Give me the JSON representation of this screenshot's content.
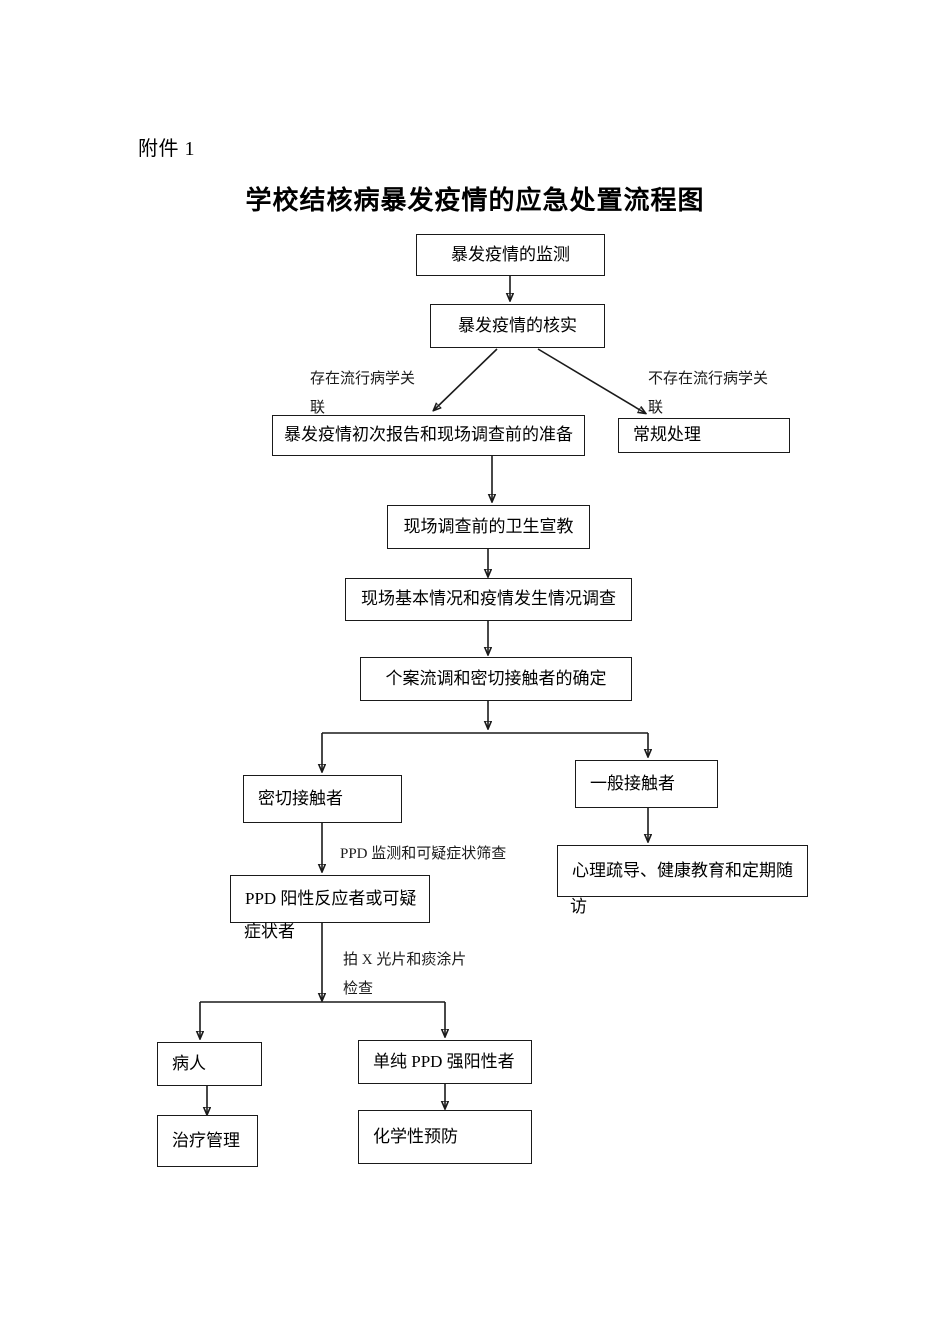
{
  "document": {
    "attachment_label": "附件 1",
    "title": "学校结核病暴发疫情的应急处置流程图"
  },
  "flowchart": {
    "type": "flowchart",
    "orientation": "top-down",
    "nodes": [
      {
        "id": "n1",
        "label": "暴发疫情的监测"
      },
      {
        "id": "n2",
        "label": "暴发疫情的核实"
      },
      {
        "id": "n3",
        "label": "暴发疫情初次报告和现场调查前的准备"
      },
      {
        "id": "n4",
        "label": "常规处理"
      },
      {
        "id": "n5",
        "label": "现场调查前的卫生宣教"
      },
      {
        "id": "n6",
        "label": "现场基本情况和疫情发生情况调查"
      },
      {
        "id": "n7",
        "label": "个案流调和密切接触者的确定"
      },
      {
        "id": "n8",
        "label": "密切接触者"
      },
      {
        "id": "n9",
        "label": "一般接触者"
      },
      {
        "id": "n10",
        "label": "PPD 阳性反应者或可疑",
        "overflow": "症状者"
      },
      {
        "id": "n11",
        "label": "心理疏导、健康教育和定期随",
        "overflow": "访"
      },
      {
        "id": "n12",
        "label": "病人"
      },
      {
        "id": "n13",
        "label": "单纯 PPD 强阳性者"
      },
      {
        "id": "n14",
        "label": "治疗管理"
      },
      {
        "id": "n15",
        "label": "化学性预防"
      }
    ],
    "edge_labels": [
      {
        "id": "e1",
        "line1": "存在流行病学关",
        "line2": "联"
      },
      {
        "id": "e2",
        "line1": "不存在流行病学关",
        "line2": "联"
      },
      {
        "id": "e3",
        "line1": "PPD 监测和可疑症状筛查",
        "line2": ""
      },
      {
        "id": "e4",
        "line1": "拍 X 光片和痰涂片",
        "line2": "检查"
      }
    ],
    "edges": [
      {
        "from": "n1",
        "to": "n2"
      },
      {
        "from": "n2",
        "to": "n3",
        "label": "e1"
      },
      {
        "from": "n2",
        "to": "n4",
        "label": "e2"
      },
      {
        "from": "n3",
        "to": "n5"
      },
      {
        "from": "n5",
        "to": "n6"
      },
      {
        "from": "n6",
        "to": "n7"
      },
      {
        "from": "n7",
        "to": "n8"
      },
      {
        "from": "n7",
        "to": "n9"
      },
      {
        "from": "n8",
        "to": "n10",
        "label": "e3"
      },
      {
        "from": "n9",
        "to": "n11"
      },
      {
        "from": "n10",
        "to": "n12",
        "label": "e4"
      },
      {
        "from": "n10",
        "to": "n13",
        "label": "e4"
      },
      {
        "from": "n12",
        "to": "n14"
      },
      {
        "from": "n13",
        "to": "n15"
      }
    ],
    "colors": {
      "stroke": "#1a1a1a",
      "fill": "#ffffff",
      "text": "#000000"
    }
  }
}
